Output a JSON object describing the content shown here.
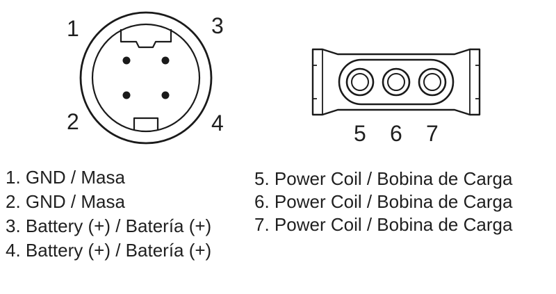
{
  "diagram": {
    "round_connector": {
      "pin_top_left": "1",
      "pin_top_right": "3",
      "pin_bottom_left": "2",
      "pin_bottom_right": "4"
    },
    "inline_connector": {
      "pin_1": "5",
      "pin_2": "6",
      "pin_3": "7"
    }
  },
  "legend_left": {
    "items": [
      "1. GND / Masa",
      "2. GND / Masa",
      "3. Battery (+) / Batería (+)",
      "4. Battery (+) / Batería (+)"
    ]
  },
  "legend_right": {
    "items": [
      "5. Power Coil / Bobina de Carga",
      "6. Power Coil / Bobina de Carga",
      "7. Power Coil / Bobina de Carga"
    ]
  },
  "colors": {
    "line": "#1a1a1a",
    "text": "#1f1f1f",
    "background": "#ffffff"
  }
}
